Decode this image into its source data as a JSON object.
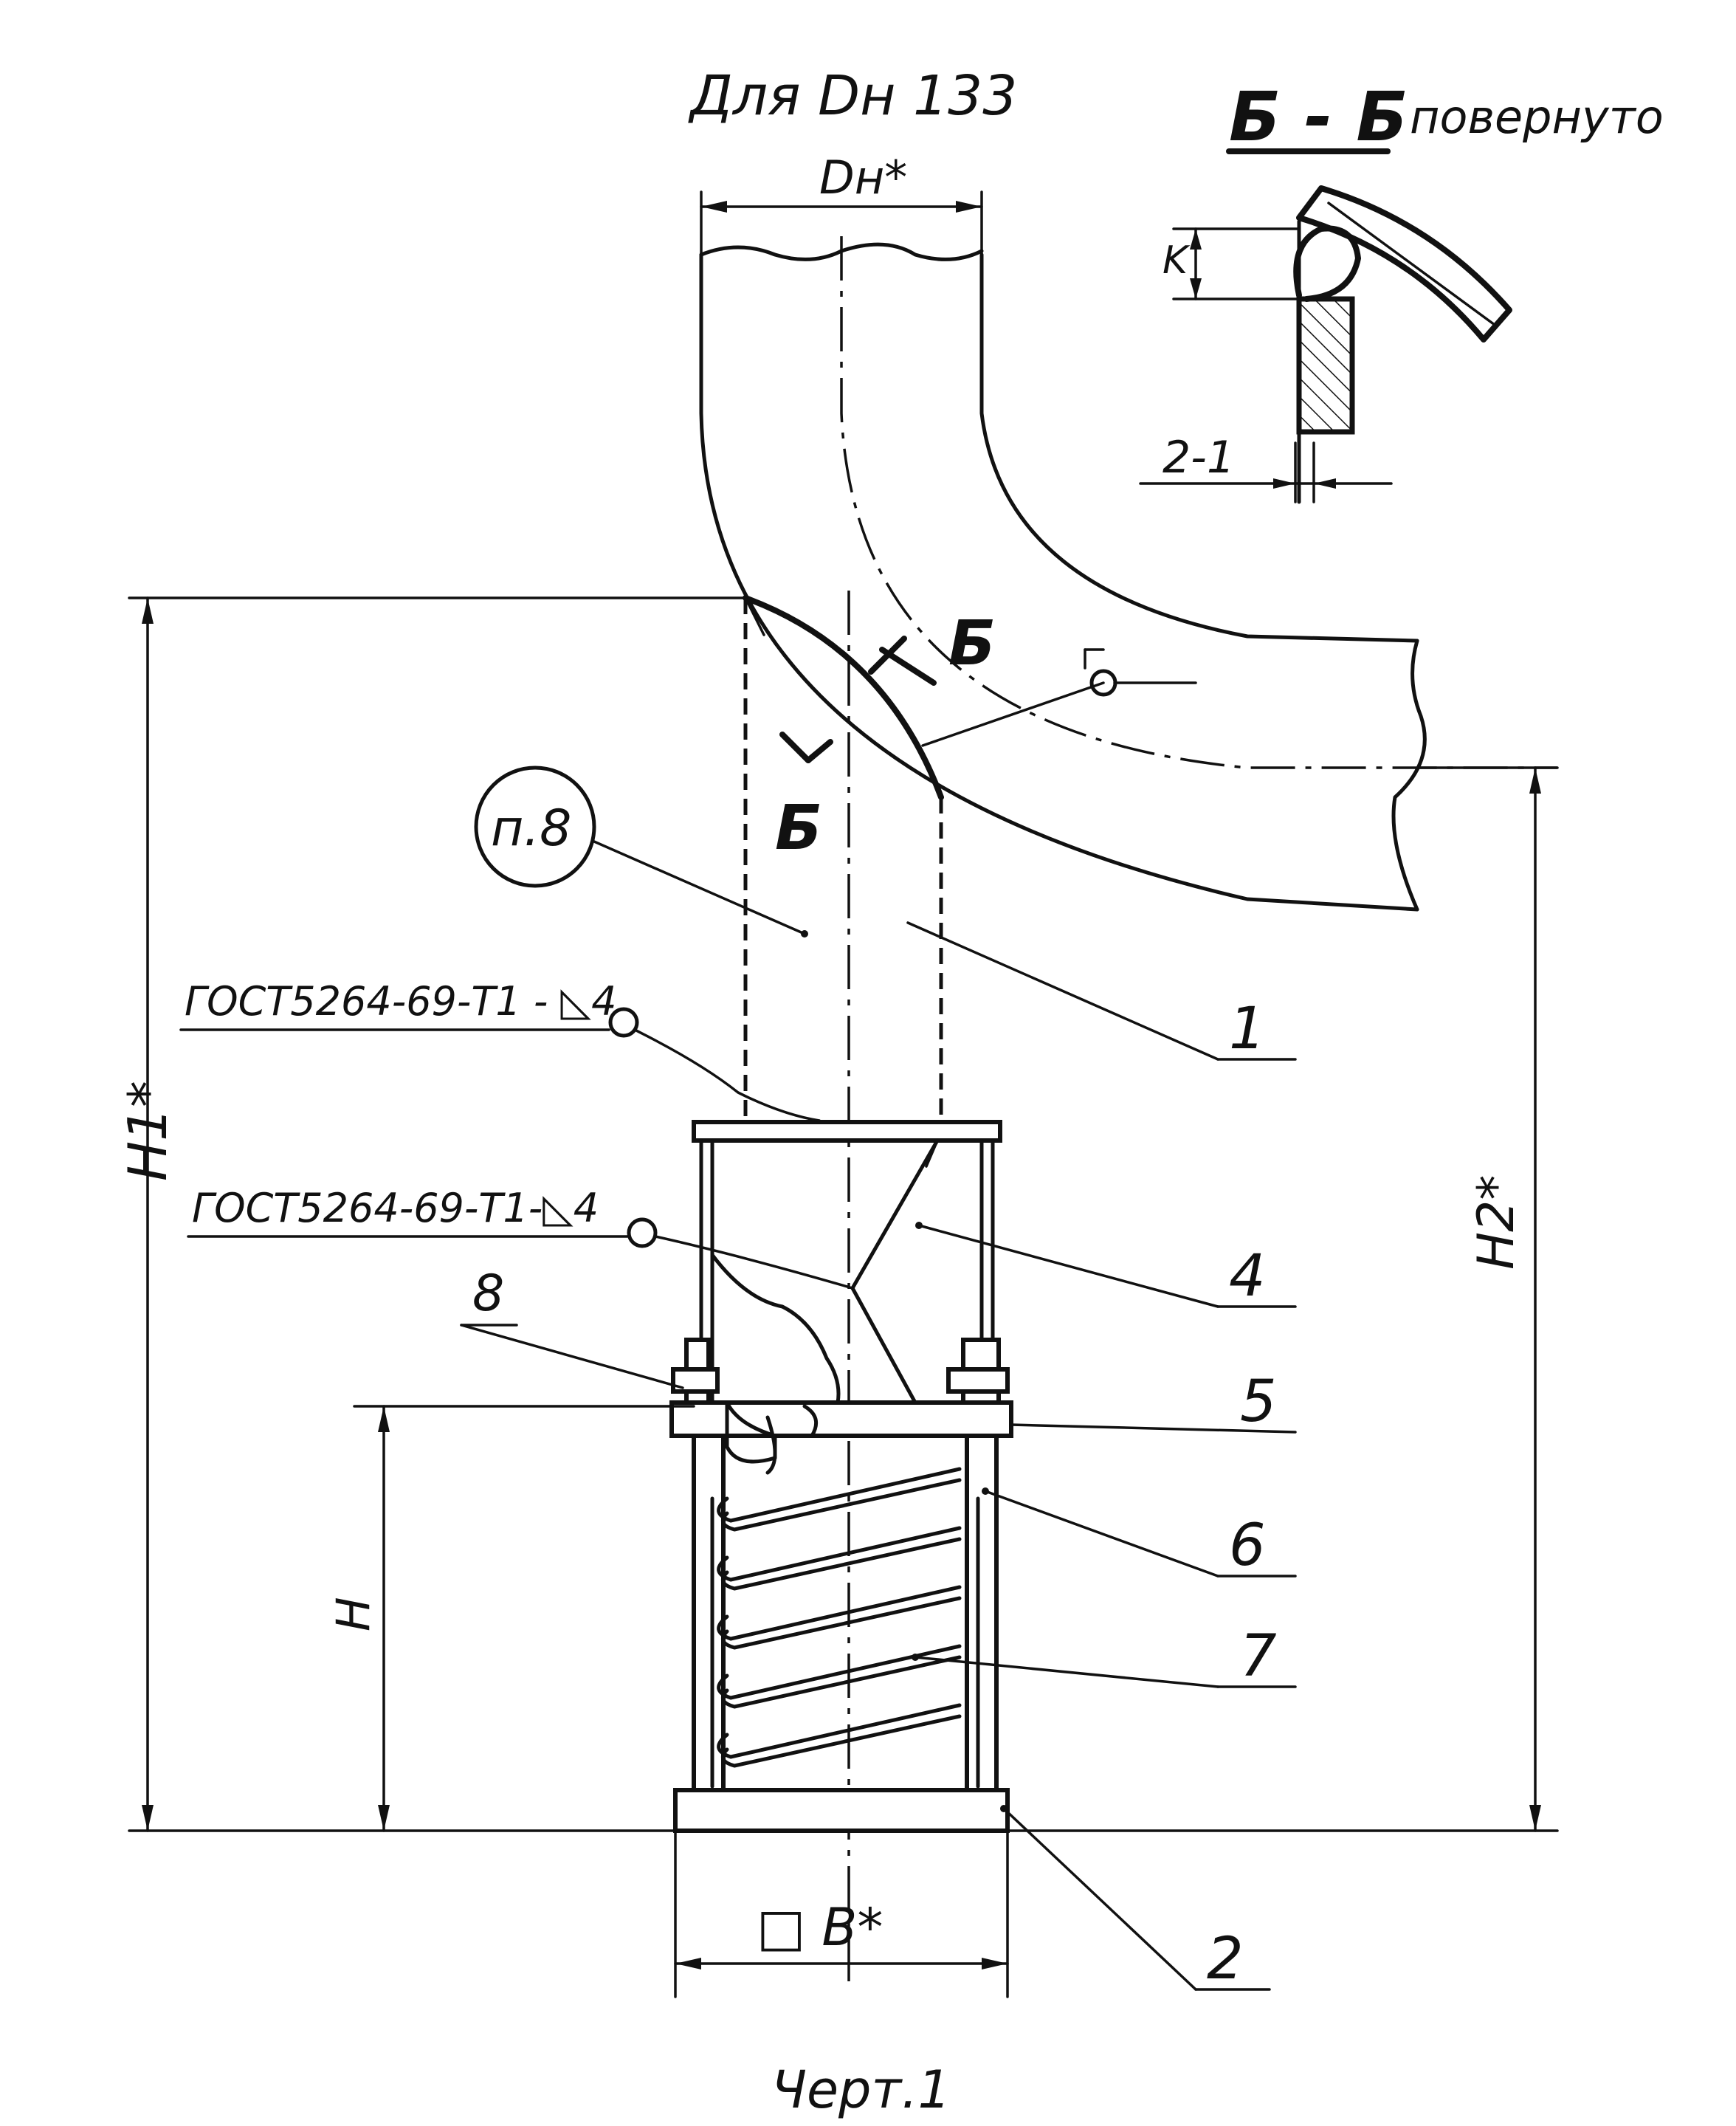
{
  "drawing": {
    "header": "Для Dн 133",
    "section_title": "Б - Б",
    "section_note": "повернуто",
    "dim_dn": "Dн*",
    "dim_k": "K",
    "dim_2_1": "2-1",
    "section_mark": "Б",
    "item_note": "п.8",
    "weld_note_1": "ГОСТ5264-69-Т1 - ◺4",
    "weld_note_2": "ГОСТ5264-69-Т1-◺4",
    "dim_h1": "H1*",
    "dim_h2": "H2*",
    "dim_h": "H",
    "dim_b": "□ B*",
    "callouts": [
      "1",
      "4",
      "8",
      "5",
      "6",
      "7",
      "2"
    ],
    "caption": "Черт.1"
  }
}
